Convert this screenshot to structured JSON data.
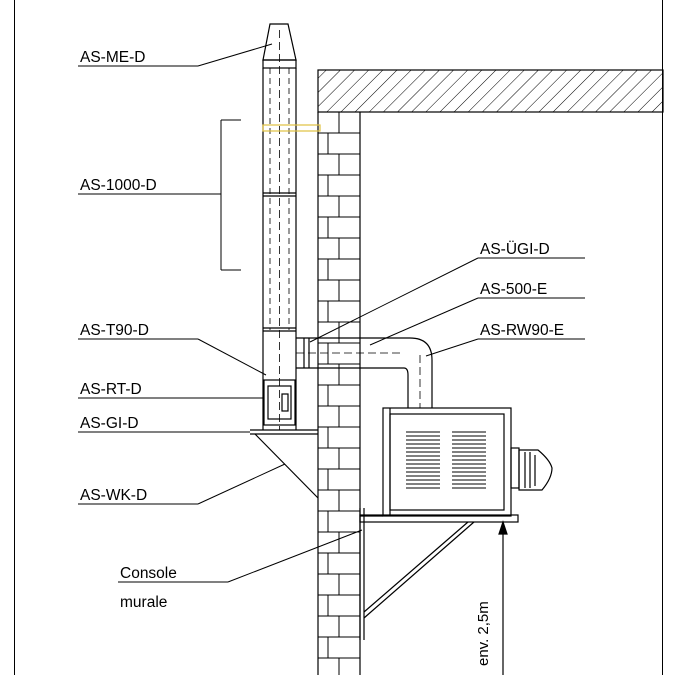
{
  "labels": {
    "me": "AS-ME-D",
    "pipe1000": "AS-1000-D",
    "ugi": "AS-ÜGI-D",
    "e500": "AS-500-E",
    "t90": "AS-T90-D",
    "rw90": "AS-RW90-E",
    "rt": "AS-RT-D",
    "gi": "AS-GI-D",
    "wk": "AS-WK-D",
    "console_line1": "Console",
    "console_line2": "murale",
    "height": "env. 2,5m"
  },
  "colors": {
    "line": "#000000",
    "inspection_band": "#e0c040"
  }
}
